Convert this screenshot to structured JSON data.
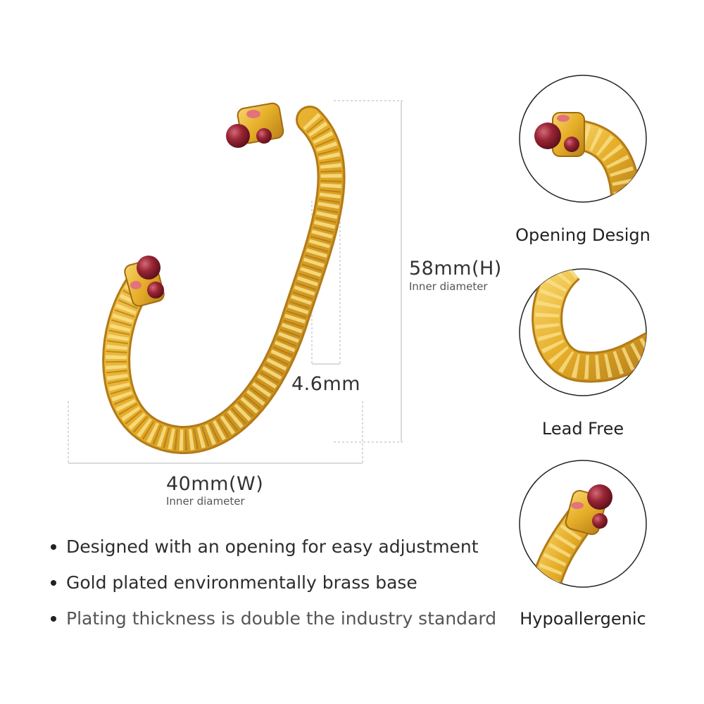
{
  "dimensions": {
    "height_value": "58mm(H)",
    "height_note": "Inner diameter",
    "width_value": "40mm(W)",
    "width_note": "Inner diameter",
    "thickness_value": "4.6mm"
  },
  "features": [
    {
      "label": "Opening Design",
      "icon": "bangle-end-closeup"
    },
    {
      "label": "Lead Free",
      "icon": "bangle-twist-closeup"
    },
    {
      "label": "Hypoallergenic",
      "icon": "bangle-end-closeup"
    }
  ],
  "bullets": [
    "Designed with an opening for easy adjustment",
    "Gold plated environmentally brass base",
    "Plating thickness is double the industry standard"
  ],
  "colors": {
    "gold": "#e8b52c",
    "gold_dark": "#b9801a",
    "gem": "#8a1f2c",
    "enamel": "#e2737a"
  }
}
